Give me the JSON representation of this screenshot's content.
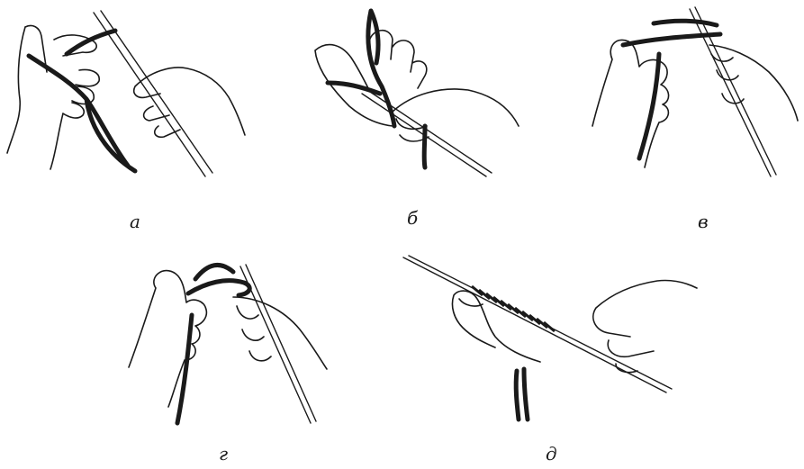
{
  "captions": {
    "a": "а",
    "b": "б",
    "v": "в",
    "g": "г",
    "d": "д"
  },
  "colors": {
    "ink": "#1a1a1a",
    "background": "#ffffff"
  }
}
